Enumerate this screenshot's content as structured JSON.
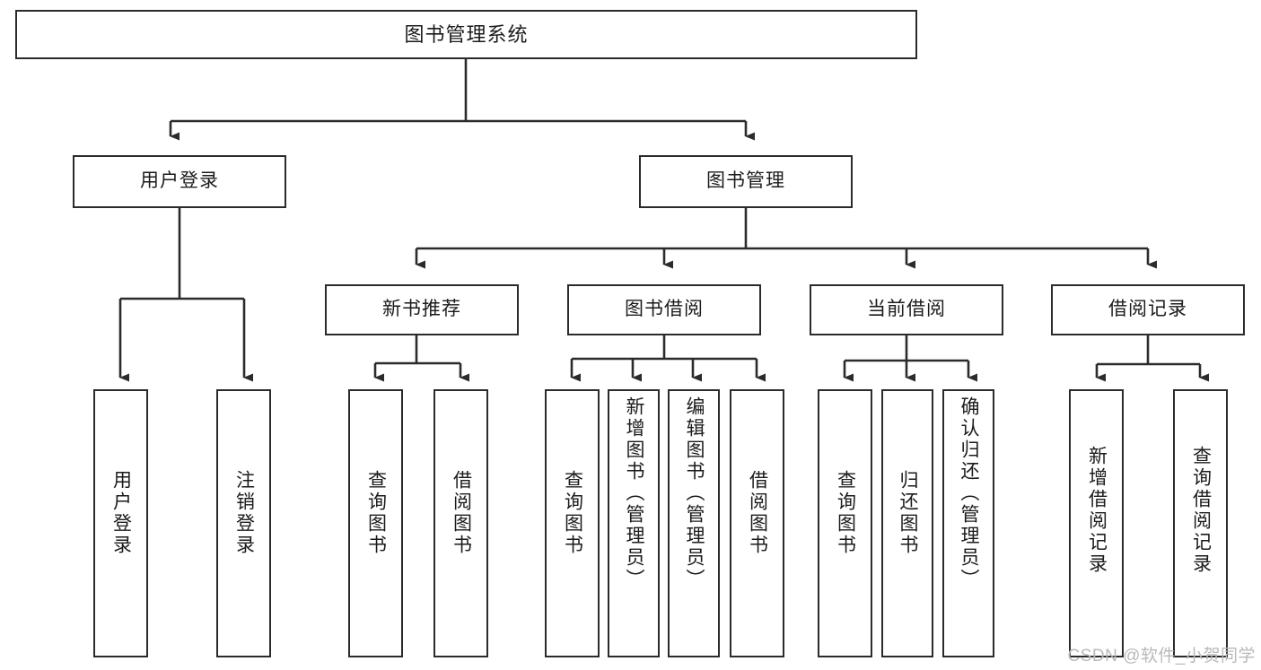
{
  "diagram": {
    "title": "图书管理系统",
    "type": "tree",
    "watermark": "CSDN @软件_小贺同学",
    "colors": {
      "box_border": "#2b2b2b",
      "box_fill": "#ffffff",
      "connector": "#2b2b2b",
      "background": "#ffffff",
      "watermark": "#b9b9b9"
    },
    "root": {
      "label": "图书管理系统"
    },
    "level2": [
      {
        "label": "用户登录"
      },
      {
        "label": "图书管理"
      }
    ],
    "level3": [
      {
        "label": "新书推荐",
        "parent": "图书管理"
      },
      {
        "label": "图书借阅",
        "parent": "图书管理"
      },
      {
        "label": "当前借阅",
        "parent": "图书管理"
      },
      {
        "label": "借阅记录",
        "parent": "图书管理"
      }
    ],
    "leaves": {
      "用户登录": [
        {
          "label": "用户登录"
        },
        {
          "label": "注销登录"
        }
      ],
      "新书推荐": [
        {
          "label": "查询图书"
        },
        {
          "label": "借阅图书"
        }
      ],
      "图书借阅": [
        {
          "label": "查询图书"
        },
        {
          "label": "新增图书（管理员）"
        },
        {
          "label": "编辑图书（管理员）"
        },
        {
          "label": "借阅图书"
        }
      ],
      "当前借阅": [
        {
          "label": "查询图书"
        },
        {
          "label": "归还图书"
        },
        {
          "label": "确认归还（管理员）"
        }
      ],
      "借阅记录": [
        {
          "label": "新增借阅记录"
        },
        {
          "label": "查询借阅记录"
        }
      ]
    }
  }
}
